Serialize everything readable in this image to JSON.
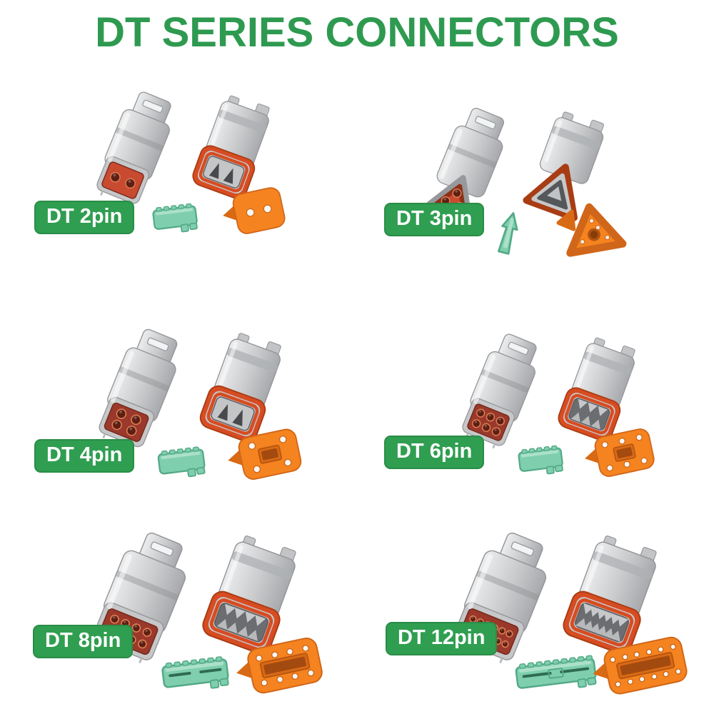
{
  "title": "DT SERIES CONNECTORS",
  "colors": {
    "background": "#ffffff",
    "title_green": "#2e9a50",
    "badge_green": "#2f9e50",
    "badge_border": "#2a8c47",
    "badge_text": "#ffffff",
    "connector_gray_light": "#ecedee",
    "connector_gray": "#c9cacc",
    "connector_gray_dark": "#a7a9ac",
    "connector_edge": "#94969a",
    "face_red_small": "#c84a30",
    "face_maroon": "#9a392b",
    "pin_dark": "#5e1f12",
    "seal_orange": "#d74c22",
    "wedge_orange": "#f5831f",
    "wedge_orange_dark": "#d96a15",
    "wedge_teal": "#7fcfae",
    "wedge_teal_dark": "#54a987",
    "socket_dark": "#47494c"
  },
  "products": [
    {
      "id": "dt-2pin",
      "label": "DT 2pin",
      "pins": 2,
      "pin_layout": "1x2",
      "face_shape": "rectangle"
    },
    {
      "id": "dt-3pin",
      "label": "DT 3pin",
      "pins": 3,
      "pin_layout": "triangle",
      "face_shape": "triangle"
    },
    {
      "id": "dt-4pin",
      "label": "DT 4pin",
      "pins": 4,
      "pin_layout": "2x2",
      "face_shape": "rectangle"
    },
    {
      "id": "dt-6pin",
      "label": "DT 6pin",
      "pins": 6,
      "pin_layout": "2x3",
      "face_shape": "rectangle"
    },
    {
      "id": "dt-8pin",
      "label": "DT 8pin",
      "pins": 8,
      "pin_layout": "2x4",
      "face_shape": "rectangle"
    },
    {
      "id": "dt-12pin",
      "label": "DT 12pin",
      "pins": 12,
      "pin_layout": "2x6",
      "face_shape": "rectangle"
    }
  ],
  "kit_parts": [
    "gray receptacle (male) connector",
    "gray plug (female) connector with orange seal",
    "teal wedge lock",
    "orange wedge lock"
  ]
}
